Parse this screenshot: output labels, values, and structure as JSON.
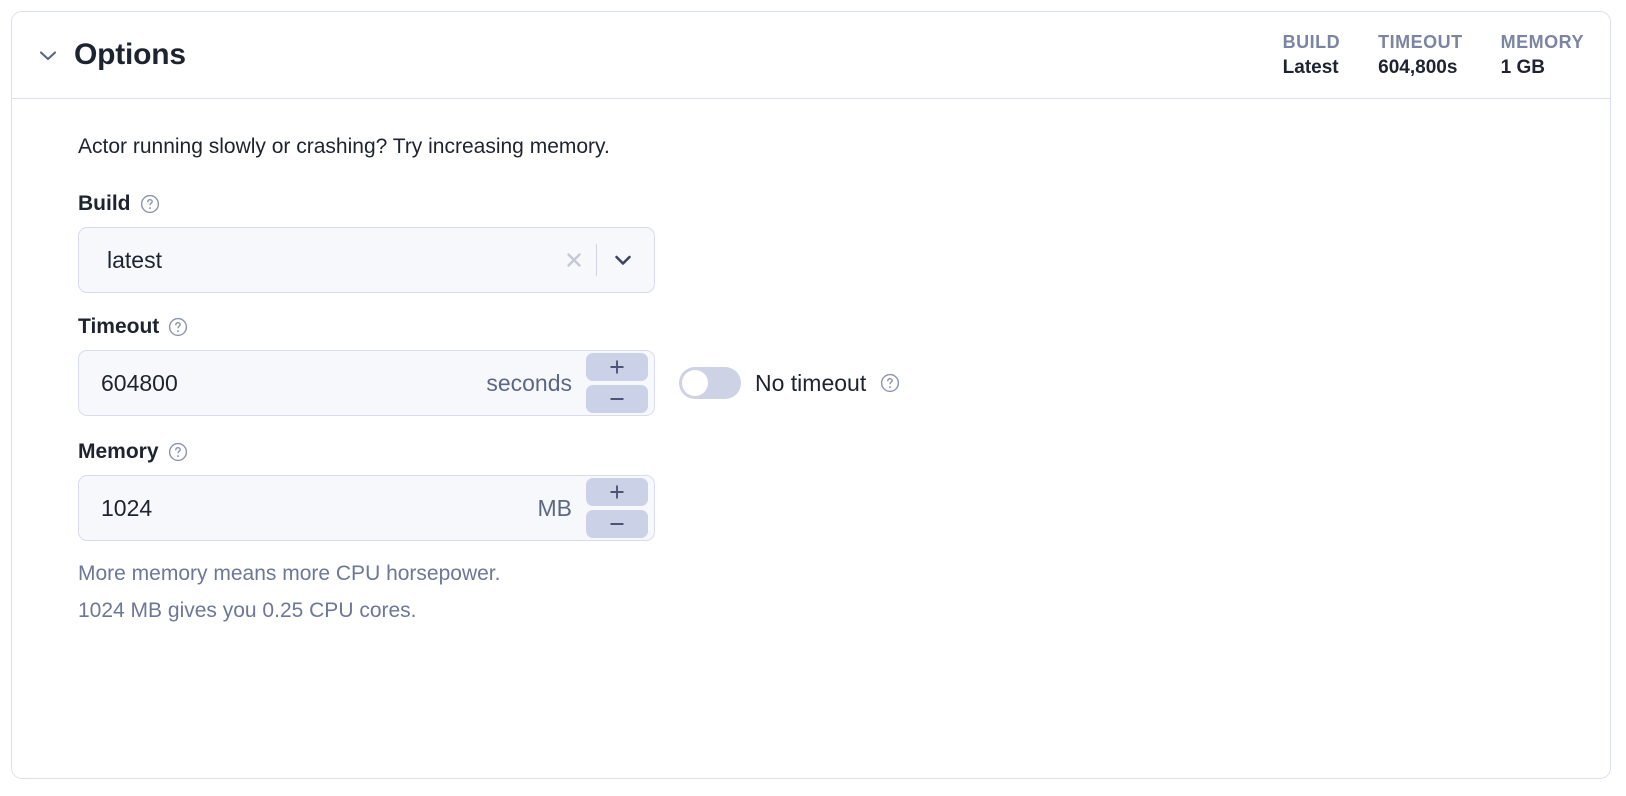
{
  "card": {
    "title": "Options",
    "collapse_icon": "chevron-down-icon",
    "stats": [
      {
        "label": "BUILD",
        "value": "Latest"
      },
      {
        "label": "TIMEOUT",
        "value": "604,800s"
      },
      {
        "label": "MEMORY",
        "value": "1 GB"
      }
    ]
  },
  "body": {
    "intro": "Actor running slowly or crashing? Try increasing memory.",
    "build": {
      "label": "Build",
      "help_icon": "help-circle-icon",
      "value": "latest",
      "clear_icon": "close-icon",
      "caret_icon": "chevron-down-icon"
    },
    "timeout": {
      "label": "Timeout",
      "help_icon": "help-circle-icon",
      "value": "604800",
      "unit": "seconds",
      "increment_icon": "plus-icon",
      "decrement_icon": "minus-icon",
      "no_timeout_label": "No timeout",
      "no_timeout_help_icon": "help-circle-icon",
      "no_timeout_enabled": false
    },
    "memory": {
      "label": "Memory",
      "help_icon": "help-circle-icon",
      "value": "1024",
      "unit": "MB",
      "increment_icon": "plus-icon",
      "decrement_icon": "minus-icon",
      "helper_line_1": "More memory means more CPU horsepower.",
      "helper_line_2": "1024 MB gives you 0.25 CPU cores."
    }
  },
  "colors": {
    "card_border": "#dcdff0",
    "text_primary": "#1e2330",
    "text_muted": "#6d7797",
    "stat_label": "#7b84a3",
    "input_bg": "#f7f8fb",
    "input_border": "#d8dcec",
    "stepper_bg": "#cbd1e6",
    "toggle_track": "#cdd3e5"
  }
}
